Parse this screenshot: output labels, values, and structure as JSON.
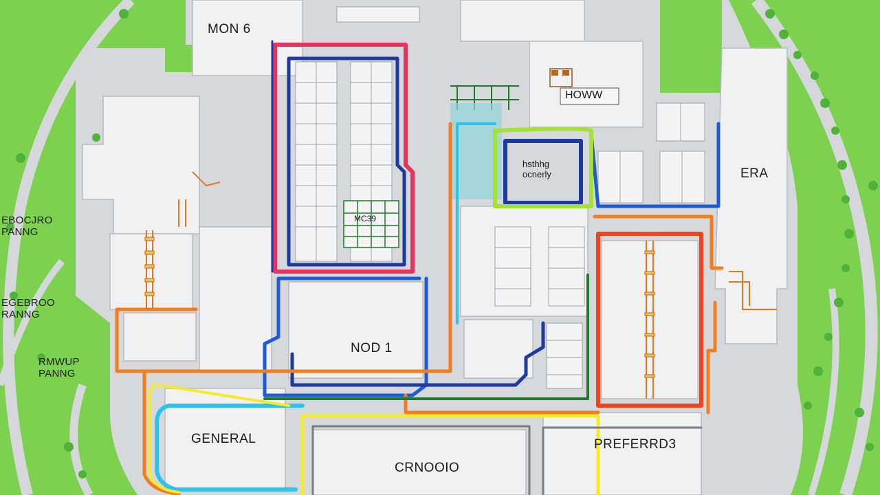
{
  "map": {
    "labels": {
      "mon6": "MON 6",
      "era": "ERA",
      "nod1": "NOD 1",
      "general": "GENERAL",
      "preferred": "PREFERRD3",
      "crnooo": "CRNOOIO",
      "hewww": "HOWW",
      "side_top": "EBOCJRO\nPANNG",
      "side_mid": "EGEBROO\nRANNG",
      "side_low": "RMWUP\nPANNG",
      "courtyard": "hsthhg\nocnerly",
      "grid_sign": "MC39"
    },
    "colors": {
      "grass": "#7cd14f",
      "road": "#c9ccd0",
      "building": "#f1f1f1",
      "route_red": "#e8335e",
      "route_navy": "#1e3a9e",
      "route_blue": "#1e5bd8",
      "route_orange": "#f07f22",
      "route_red_orange": "#f0441c",
      "route_yellow": "#f2ec2c",
      "route_lime": "#a4e234",
      "route_cyan": "#2ec3ee",
      "route_green": "#1f7a2a"
    }
  }
}
